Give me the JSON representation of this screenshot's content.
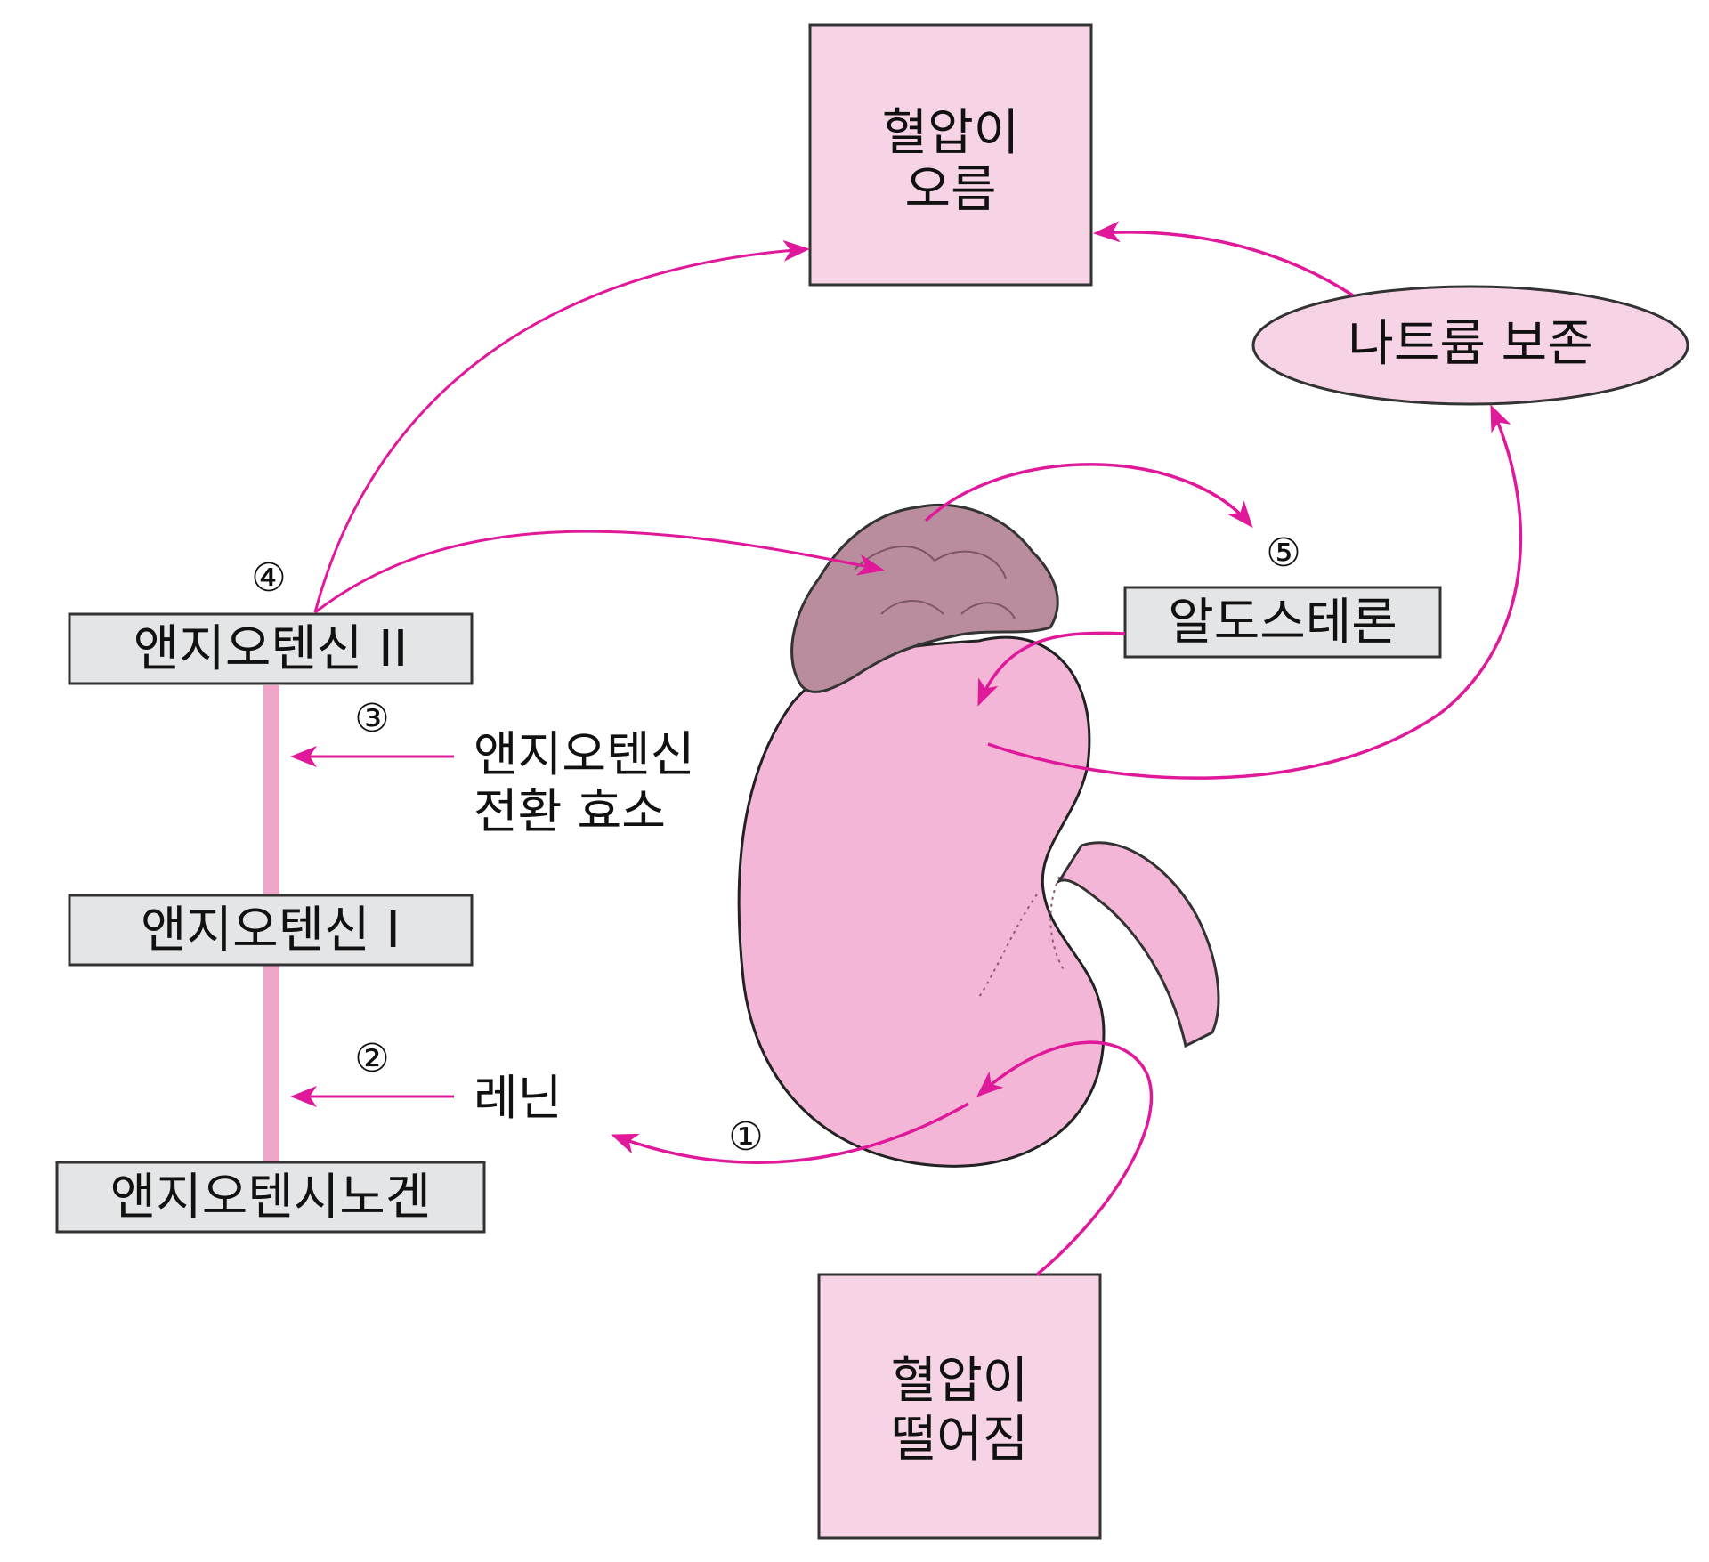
{
  "colors": {
    "arrow": "#e0189a",
    "pink_box": "#f7d3e6",
    "gray_box": "#e4e5e7",
    "kidney": "#f4b6d6",
    "adrenal": "#b98c9e",
    "bar": "#f0a6c8"
  },
  "boxes": {
    "bp_rise_line1": "혈압이",
    "bp_rise_line2": "오름",
    "bp_drop_line1": "혈압이",
    "bp_drop_line2": "떨어짐",
    "sodium": "나트륨 보존",
    "aldosterone": "알도스테론",
    "angiotensin2": "앤지오텐신 II",
    "angiotensin1": "앤지오텐신 I",
    "angiotensinogen": "앤지오텐시노겐"
  },
  "labels": {
    "ace_line1": "앤지오텐신",
    "ace_line2": "전환 효소",
    "renin": "레닌"
  },
  "steps": {
    "s1": "①",
    "s2": "②",
    "s3": "③",
    "s4": "④",
    "s5": "⑤"
  }
}
